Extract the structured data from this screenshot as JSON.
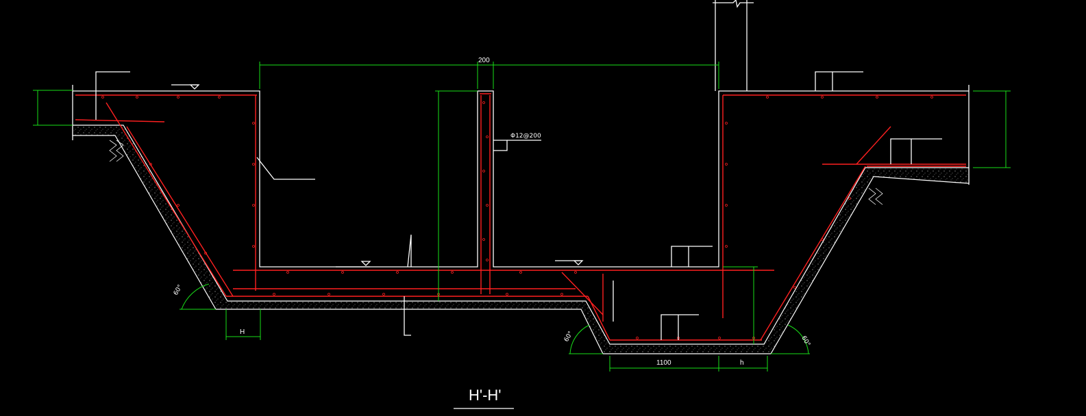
{
  "drawing": {
    "title": "H'-H'",
    "dimensions": {
      "middle_wall_thickness": "200",
      "pit_bottom_width": "1100",
      "pit_wall_h": "h",
      "left_footing_H": "H"
    },
    "angles": {
      "left": "60°",
      "pit_left": "60°",
      "pit_right": "60°"
    },
    "rebar": {
      "phi_spec": "Φ12@200"
    }
  }
}
